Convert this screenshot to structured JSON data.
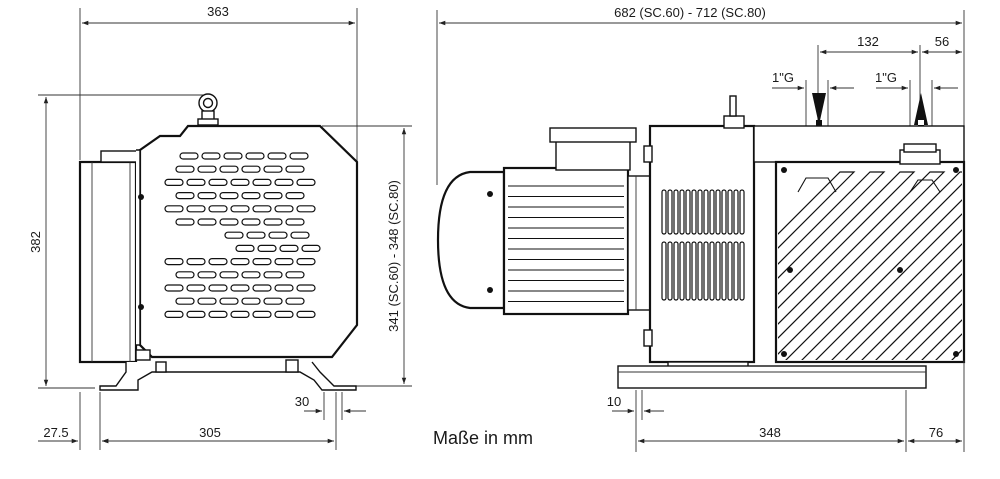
{
  "dimensions": {
    "side_width": "363",
    "side_height": "382",
    "side_height_right": "341 (SC.60) - 348 (SC.80)",
    "foot_gap": "30",
    "foot_offset": "27.5",
    "foot_span": "305",
    "total_length": "682 (SC.60) - 712 (SC.80)",
    "port_distance": "132",
    "port_offset": "56",
    "inlet_thread": "1\"G",
    "outlet_thread": "1\"G",
    "base_offset": "10",
    "base_span": "348",
    "base_end": "76"
  },
  "units_label": "Maße in mm"
}
